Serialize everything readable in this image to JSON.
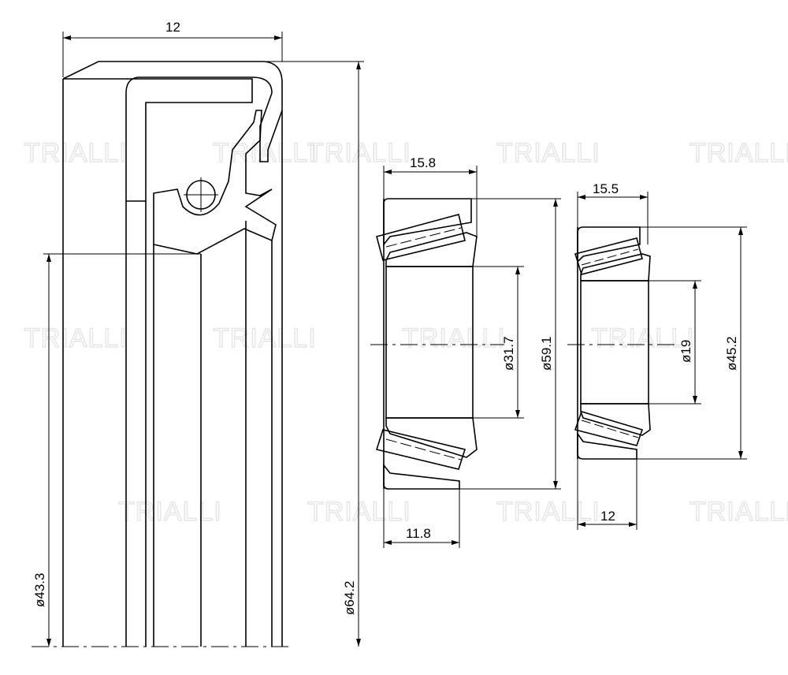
{
  "watermark": {
    "brand": "TRIALLI"
  },
  "seal": {
    "width_label": "12",
    "inner_diameter_label": "ø43.3",
    "outer_diameter_label": "ø64.2"
  },
  "bearing_large": {
    "width_top_label": "15.8",
    "width_bottom_label": "11.8",
    "bore_label": "ø31.7",
    "outer_label": "ø59.1"
  },
  "bearing_small": {
    "width_top_label": "15.5",
    "width_bottom_label": "12",
    "bore_label": "ø19",
    "outer_label": "ø45.2"
  }
}
